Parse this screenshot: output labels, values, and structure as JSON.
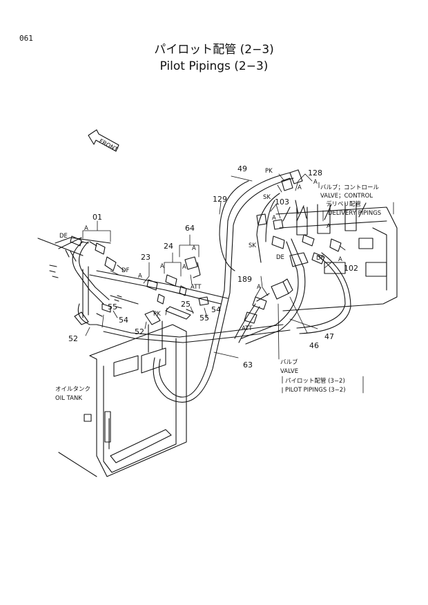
{
  "page_number": "061",
  "title_jp": "パイロット配管 (2−3)",
  "title_en": "Pilot Pipings (2−3)",
  "front_label": "FRONT",
  "part_numbers": {
    "p01": "01",
    "p64": "64",
    "p24": "24",
    "p23": "23",
    "p25": "25",
    "p55a": "55",
    "p54a": "54",
    "p55b": "55",
    "p54b": "54",
    "p52a": "52",
    "p52b": "52",
    "p49": "49",
    "p128": "128",
    "p129": "129",
    "p103": "103",
    "p189": "189",
    "p102": "102",
    "p47": "47",
    "p46": "46",
    "p63": "63"
  },
  "port_labels": {
    "de1": "DE",
    "df1": "DF",
    "att1": "ATT",
    "pk1": "PK",
    "pk2": "PK",
    "sk1": "SK",
    "sk2": "SK",
    "de2": "DE",
    "df2": "DF",
    "att2": "ATT"
  },
  "view_markers": [
    "A",
    "A",
    "A",
    "A",
    "A",
    "A",
    "A",
    "A",
    "A",
    "A",
    "A"
  ],
  "callouts": {
    "control_valve_jp": "バルブ；コントロール",
    "control_valve_en": "VALVE；CONTROL",
    "delivery_jp": "デリベリ配管",
    "delivery_en": "DELIVERY PIPINGS",
    "valve_jp": "バルブ",
    "valve_en": "VALVE",
    "pilot_jp": "パイロット配管 (3−2)",
    "pilot_en": "PILOT PIPINGS (3−2)",
    "tank_jp": "オイルタンク",
    "tank_en": "OIL TANK"
  }
}
